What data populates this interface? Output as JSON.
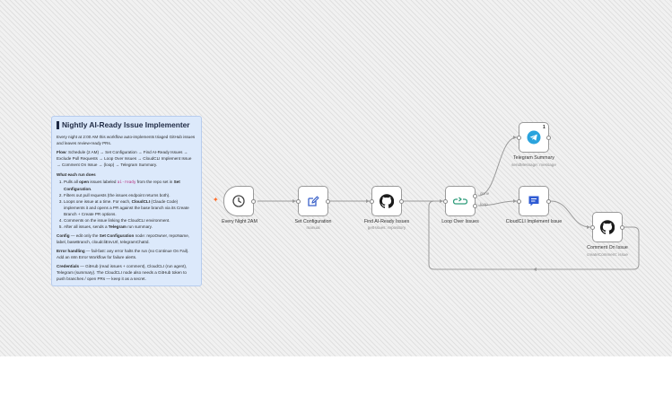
{
  "note": {
    "title": "Nightly AI-Ready Issue Implementer",
    "intro": "Every night at 2:00 AM this workflow auto-implements triaged GitHub issues and leaves review-ready PRs.",
    "flow_label": "Flow",
    "flow_text": ": Schedule (2 AM) → Set Configuration → Find AI-Ready Issues → Exclude Pull Requests → Loop Over Issues → CloudCLI Implement Issue → Comment On Issue → (loop) → Telegram Summary.",
    "what_heading": "What each run does",
    "steps": [
      {
        "a": "Pulls all ",
        "b": "open",
        "c": " issues labeled ",
        "code": "ai-ready",
        "d": " from the repo set in ",
        "e": "Set Configuration",
        "f": "."
      },
      {
        "a": "Filters out pull requests (the issues endpoint returns both)."
      },
      {
        "a": "Loops one issue at a time. For each, ",
        "b": "CloudCLI",
        "c": " (Claude Code) implements it and opens a PR against the base branch via its Create Branch + Create PR options."
      },
      {
        "a": "Comments on the issue linking the CloudCLI environment."
      },
      {
        "a": "After all issues, sends a ",
        "b": "Telegram",
        "c": " run summary."
      }
    ],
    "config_label": "Config",
    "config_text_a": " — edit only the ",
    "config_bold": "Set Configuration",
    "config_text_b": " node: repoOwner, repoName, label, baseBranch, cloudcliEnvUrl, telegramChatId.",
    "error_label": "Error handling",
    "error_text": " — fail-fast: any error halts the run (no Continue On Fail). Add an n8n Error Workflow for failure alerts.",
    "cred_label": "Credentials",
    "cred_text": " — GitHub (read issues + comment), CloudCLI (run agent), Telegram (summary). The CloudCLI node also needs a GitHub token to push branches / open PRs — keep it as a secret."
  },
  "nodes": [
    {
      "id": "schedule",
      "label": "Every Night 2AM",
      "sub": "",
      "icon": "clock-icon"
    },
    {
      "id": "config",
      "label": "Set Configuration",
      "sub": "manual",
      "icon": "pencil-icon"
    },
    {
      "id": "find",
      "label": "Find AI-Ready Issues",
      "sub": "getIssues: repository",
      "icon": "github-icon"
    },
    {
      "id": "loop",
      "label": "Loop Over Issues",
      "sub": "",
      "icon": "loop-icon"
    },
    {
      "id": "telegram",
      "label": "Telegram Summary",
      "sub": "sendMessage: message",
      "icon": "telegram-icon",
      "badge": "1"
    },
    {
      "id": "cloudcli",
      "label": "CloudCLI Implement Issue",
      "sub": "",
      "icon": "chat-icon"
    },
    {
      "id": "comment",
      "label": "Comment On Issue",
      "sub": "createComment: issue",
      "icon": "github-icon"
    }
  ],
  "branches": {
    "done": "done",
    "loop": "loop"
  },
  "colors": {
    "trigger": "#ff6d2a",
    "telegram": "#2aa3dd",
    "cloudcli": "#2f5bd3",
    "accent": "#b02a7a"
  }
}
